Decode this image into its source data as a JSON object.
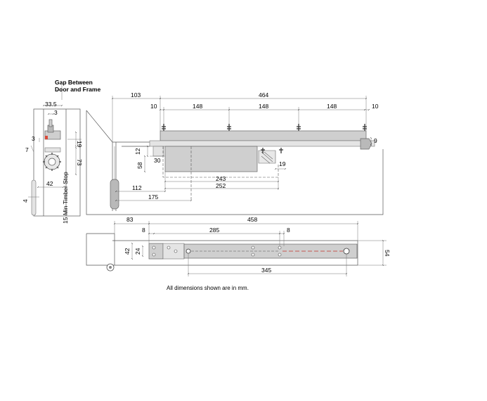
{
  "side_view": {
    "gap_label_line1": "Gap Between",
    "gap_label_line2": "Door and Frame",
    "dim_33_5": "33.5",
    "dim_3_top": "3",
    "dim_3_left": "3",
    "dim_7": "7",
    "dim_19": "19",
    "dim_73": "73",
    "dim_42": "42",
    "dim_4": "4",
    "stop_label": "15 Min Timber Stop"
  },
  "front_view": {
    "dim_103": "103",
    "dim_464": "464",
    "dim_10_left": "10",
    "dim_10_right": "10",
    "dim_148_a": "148",
    "dim_148_b": "148",
    "dim_148_c": "148",
    "dim_9": "9",
    "dim_12": "12",
    "dim_30": "30",
    "dim_58": "58",
    "dim_19": "19",
    "dim_243": "243",
    "dim_252": "252",
    "dim_112": "112",
    "dim_175": "175"
  },
  "plan_view": {
    "dim_83": "83",
    "dim_458": "458",
    "dim_8_left": "8",
    "dim_285": "285",
    "dim_8_right": "8",
    "dim_42": "42",
    "dim_24": "24",
    "dim_54": "54",
    "dim_345": "345"
  },
  "note": "All dimensions shown are in mm."
}
